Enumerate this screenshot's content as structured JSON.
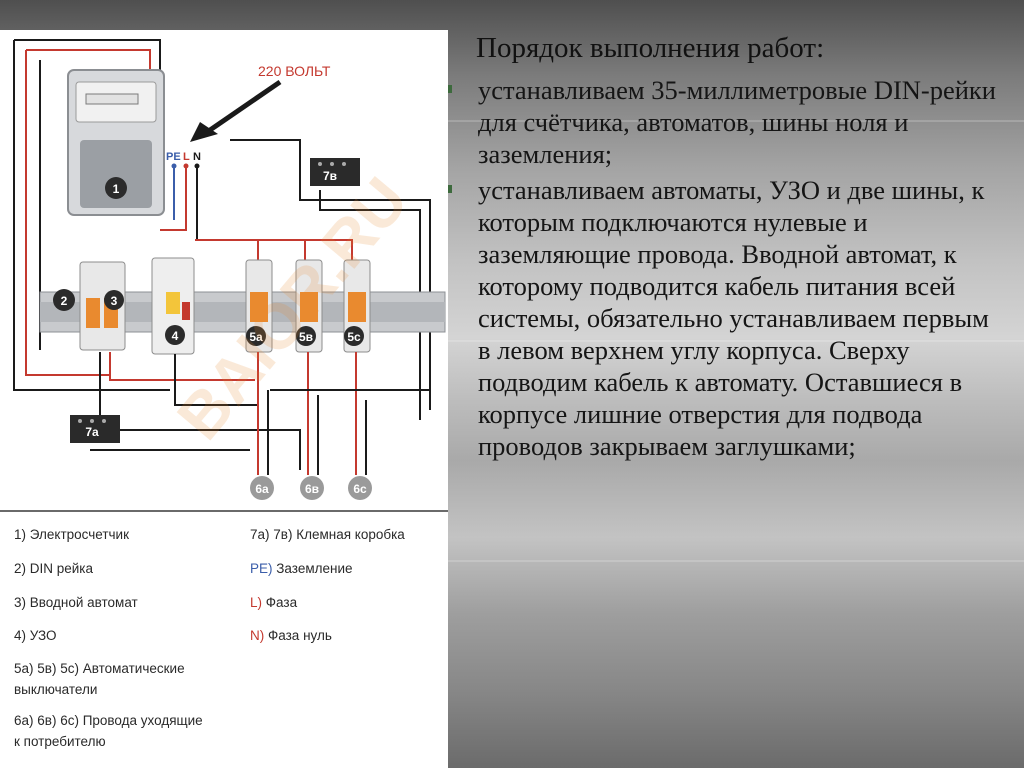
{
  "heading": "Порядок выполнения работ:",
  "bullets": [
    "устанавливаем 35-миллиметровые DIN-рейки для счётчика, автоматов, шины ноля и заземления;",
    "устанавливаем автоматы, УЗО и две шины, к которым подключаются нулевые и заземляющие провода. Вводной автомат, к которому подводится кабель питания всей системы, обязательно устанавливаем первым в левом верхнем углу корпуса. Сверху подводим кабель к автомату. Оставшиеся в корпусе лишние отверстия для подвода проводов закрываем заглушками;"
  ],
  "diagram": {
    "voltage_label": "220 ВОЛЬТ",
    "watermark": "BAIOR.RU",
    "terminal_labels": {
      "pe": "PE",
      "l": "L",
      "n": "N"
    },
    "badges": {
      "meter": "1",
      "rail": "2",
      "main_breaker": "3",
      "rcd": "4",
      "b5a": "5а",
      "b5b": "5в",
      "b5c": "5с",
      "box7a": "7а",
      "box7b": "7в",
      "out6a": "6а",
      "out6b": "6в",
      "out6c": "6с"
    }
  },
  "legend": {
    "left": [
      "1) Электросчетчик",
      "2) DIN рейка",
      "3) Вводной автомат",
      "4) УЗО",
      "5а) 5в) 5с) Автоматические\nвыключатели",
      "6а) 6в) 6с) Провода уходящие\nк потребителю"
    ],
    "right": [
      {
        "prefix": "7а) 7в)",
        "text": " Клемная коробка",
        "color": ""
      },
      {
        "prefix": "PE)",
        "text": " Заземление",
        "color": "#3b5eaa"
      },
      {
        "prefix": "L)",
        "text": " Фаза",
        "color": "#c4392f"
      },
      {
        "prefix": "N)",
        "text": " Фаза нуль",
        "color": "#c4392f"
      }
    ]
  },
  "colors": {
    "phase": "#c4392f",
    "earth": "#3b5eaa",
    "wire": "#1a1a1a",
    "watermark": "#e98a2f"
  }
}
